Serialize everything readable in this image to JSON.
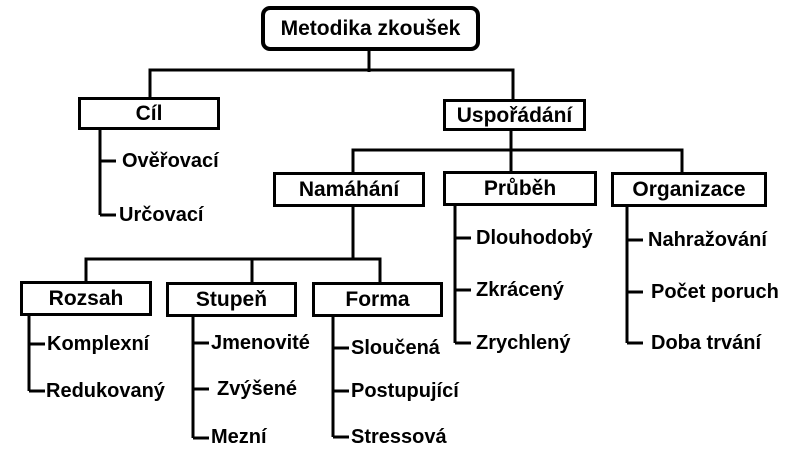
{
  "diagram_title": "Metodika zkoušek",
  "colors": {
    "background": "#ffffff",
    "line": "#000000",
    "text": "#000000"
  },
  "tree": {
    "root": "Metodika zkoušek",
    "branches": {
      "cil": {
        "label": "Cíl",
        "children": [
          "Ověřovací",
          "Určovací"
        ]
      },
      "usporadani": {
        "label": "Uspořádání",
        "branches": {
          "namahani": {
            "label": "Namáhání",
            "branches": {
              "rozsah": {
                "label": "Rozsah",
                "children": [
                  "Komplexní",
                  "Redukovaný"
                ]
              },
              "stupen": {
                "label": "Stupeň",
                "children": [
                  "Jmenovité",
                  "Zvýšené",
                  "Mezní"
                ]
              },
              "forma": {
                "label": "Forma",
                "children": [
                  "Sloučená",
                  "Postupující",
                  "Stressová"
                ]
              }
            }
          },
          "prubeh": {
            "label": "Průběh",
            "children": [
              "Dlouhodobý",
              "Zkrácený",
              "Zrychlený"
            ]
          },
          "organizace": {
            "label": "Organizace",
            "children": [
              "Nahražování",
              "Počet poruch",
              "Doba trvání"
            ]
          }
        }
      }
    }
  }
}
